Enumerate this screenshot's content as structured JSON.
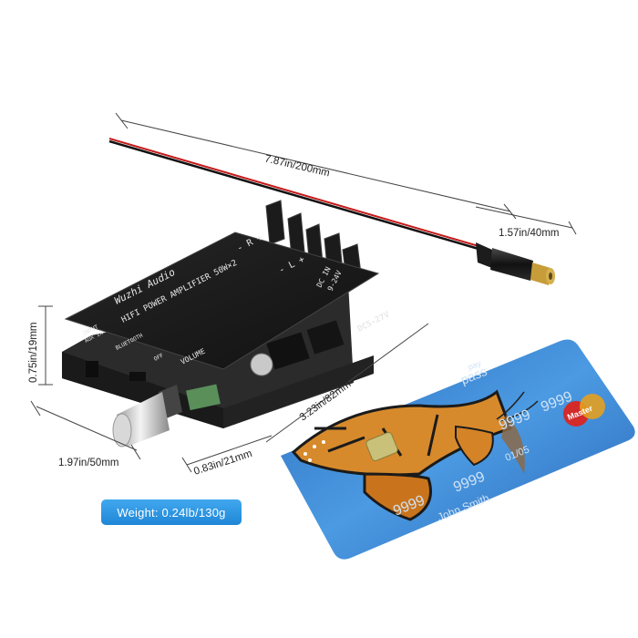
{
  "dimensions": {
    "cable_length": "7.87in/200mm",
    "plug_length": "1.57in/40mm",
    "height": "0.75in/19mm",
    "width": "1.97in/50mm",
    "depth": "0.83in/21mm",
    "length": "3.23in/82mm"
  },
  "weight_badge": "Weight: 0.24lb/130g",
  "board": {
    "brand": "Wuzhi Audio",
    "title": "HIFI POWER AMPLIFIER 50W×2",
    "channel_r": "- R +",
    "channel_l": "- L +",
    "dc_in": "DC IN",
    "voltage": "9-24V",
    "voltage_range": "DC5-27V",
    "input_label": "INPUT",
    "aux_label": "AUX IN",
    "bluetooth_label": "BLUETOOTH",
    "off_label": "OFF",
    "volume_label": "VOLUME"
  },
  "card": {
    "brand_small": "pay",
    "brand": "pass",
    "number_groups": [
      "9999",
      "9999",
      "9999",
      "9999"
    ],
    "expiry": "01/05",
    "name": "John Smith",
    "network": "Master"
  }
}
